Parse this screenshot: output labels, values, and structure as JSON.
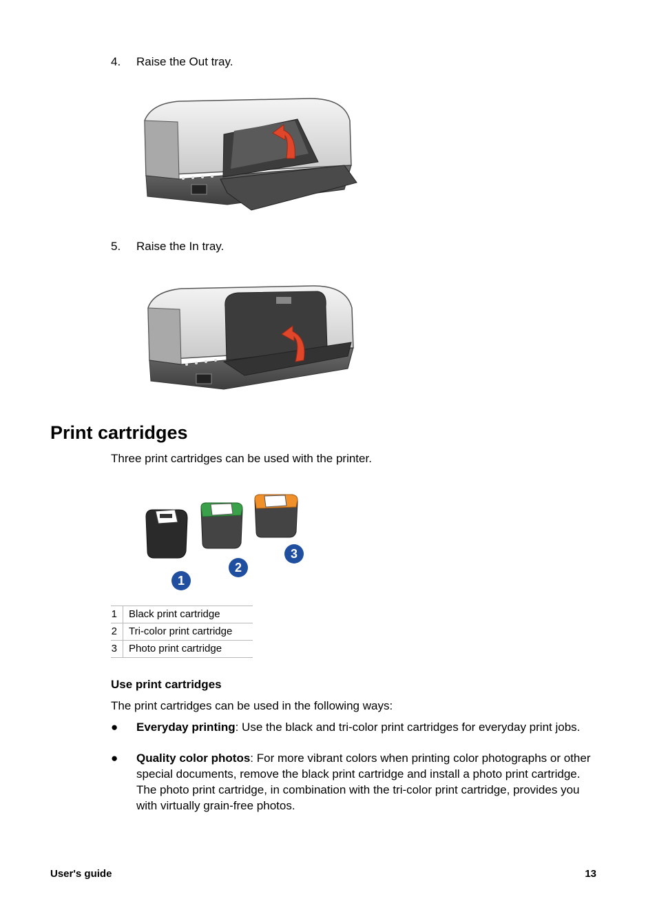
{
  "steps": [
    {
      "num": "4.",
      "text": "Raise the Out tray."
    },
    {
      "num": "5.",
      "text": "Raise the In tray."
    }
  ],
  "section": {
    "title": "Print cartridges",
    "intro": "Three print cartridges can be used with the printer."
  },
  "callouts": [
    "1",
    "2",
    "3"
  ],
  "legend": [
    {
      "num": "1",
      "label": "Black print cartridge"
    },
    {
      "num": "2",
      "label": "Tri-color print cartridge"
    },
    {
      "num": "3",
      "label": "Photo print cartridge"
    }
  ],
  "use": {
    "heading": "Use print cartridges",
    "intro": "The print cartridges can be used in the following ways:",
    "bullets": [
      {
        "dot": "●",
        "term": "Everyday printing",
        "text": ": Use the black and tri-color print cartridges for everyday print jobs."
      },
      {
        "dot": "●",
        "term": "Quality color photos",
        "text": ": For more vibrant colors when printing color photographs or other special documents, remove the black print cartridge and install a photo print cartridge. The photo print cartridge, in combination with the tri-color print cartridge, provides you with virtually grain-free photos."
      }
    ]
  },
  "footer": {
    "left": "User's guide",
    "right": "13"
  },
  "colors": {
    "arrow": "#e0462a",
    "callout": "#1f4f9e",
    "tricolor": "#3aa14a",
    "photo": "#f0902a"
  }
}
